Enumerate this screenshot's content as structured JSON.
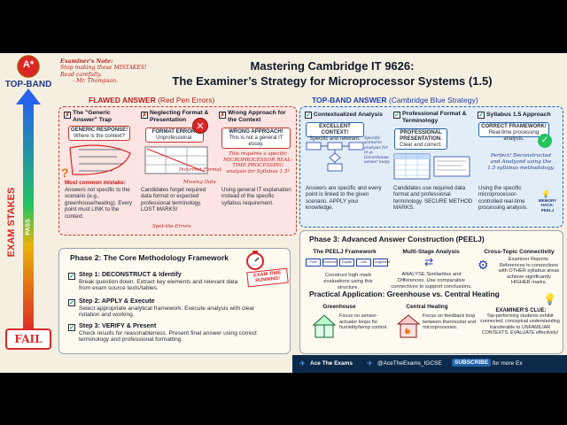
{
  "header": {
    "title_line1": "Mastering Cambridge IT 9626:",
    "title_line2": "The Examiner’s Strategy for Microprocessor Systems (1.5)"
  },
  "side": {
    "badge": "A*",
    "top_band": "TOP-BAND",
    "exam_stakes": "EXAM STAKES",
    "pass": "PASS",
    "fail": "FAIL"
  },
  "examiner_note": {
    "line1": "Examiner's Note:",
    "line2": "Stop making these MISTAKES!",
    "line3": "Read carefully.",
    "line4": "- Mr. Thompson."
  },
  "flawed": {
    "label": "FLAWED ANSWER",
    "label_sub": "(Red Pen Errors)",
    "col1": {
      "title": "The \"Generic Answer\" Trap",
      "bubble_title": "GENERIC RESPONSE!",
      "bubble_text": "Where is the context?",
      "mistake_title": "Most common mistake:",
      "mistake_text": "Answers not specific to the scenario (e.g., greenhouse/heating). Every point must LINK to the context."
    },
    "col2": {
      "title": "Neglecting Format & Presentation",
      "bubble_title": "FORMAT ERROR!",
      "bubble_text": "Unprofessional.",
      "stamp": "Incorrect Format",
      "missing": "Missing Data",
      "body": "Candidates forget required data format or expected professional terminology. LOST MARKS!",
      "spot": "Spot-the-Errors"
    },
    "col3": {
      "title": "Wrong Approach for the Context",
      "bubble_title": "WRONG APPROACH!",
      "bubble_text": "This is not a general IT essay.",
      "hand": "This requires a specific MICROPROCESSOR REAL-TIME PROCESSING analysis for Syllabus 1.5!",
      "body": "Using general IT explanation instead of the specific syllabus requirement."
    }
  },
  "topband": {
    "label": "TOP-BAND ANSWER",
    "label_sub": "(Cambridge Blue Strategy)",
    "col1": {
      "title": "Contextualized Analysis",
      "bubble_title": "EXCELLENT CONTEXT!",
      "bubble_text": "Specific and relevant.",
      "hand": "Specific scenario analysis for (e.g. Greenhouse sensor loop)",
      "body": "Answers are specific and every point is linked to the given scenario. APPLY your knowledge."
    },
    "col2": {
      "title": "Professional Format & Terminology",
      "bubble_title": "PROFESSIONAL PRESENTATION.",
      "bubble_text": "Clear and correct.",
      "body": "Candidates use required data format and professional terminology. SECURE METHOD MARKS."
    },
    "col3": {
      "title": "Syllabus 1.5 Approach",
      "bubble_title": "CORRECT FRAMEWORK!",
      "bubble_text": "Real-time processing analysis.",
      "hand": "Perfect! Deconstructed and Analyzed using the 1.5 syllabus methodology.",
      "body": "Using the specific microprocessor-controlled real-time processing analysis.",
      "memory": "MEMORY HACK: PEELJ"
    }
  },
  "phase2": {
    "title": "Phase 2: The Core Methodology Framework",
    "badge": "EXAM TIME RUNNING!",
    "steps": [
      {
        "title": "Step 1: DECONSTRUCT & Identify",
        "body": "Break question down. Extract key elements and relevant data from exam source texts/tables."
      },
      {
        "title": "Step 2: APPLY & Execute",
        "body": "Select appropriate analytical framework. Execute analysis with clear notation and working."
      },
      {
        "title": "Step 3: VERIFY & Present",
        "body": "Check results for reasonableness. Present final answer using correct terminology and professional formatting."
      }
    ]
  },
  "phase3": {
    "title": "Phase 3: Advanced Answer Construction (PEELJ)",
    "col1": {
      "title": "The PEELJ Framework",
      "body": "Construct high-mark evaluations using this structure."
    },
    "col2": {
      "title": "Multi-Stage Analysis",
      "body": "ANALYSE Similarities and Differences. Use comparative connectives to support conclusions."
    },
    "col3": {
      "title": "Cross-Topic Connectivity",
      "body": "Examiner Reports: References to connections with OTHER syllabus areas achieve significantly HIGHER marks."
    },
    "peelj": [
      "Point",
      "Evidence",
      "Explain",
      "Link",
      "Judgement"
    ],
    "practical_title": "Practical Application: Greenhouse vs. Central Heating",
    "greenhouse": {
      "title": "Greenhouse",
      "body": "Focus on sensor-actuator loops for humidity/temp control."
    },
    "heating": {
      "title": "Central Heating",
      "body": "Focus on feedback loop between thermostat and microprocessor."
    },
    "clue_title": "EXAMINER'S CLUE:",
    "clue_body": "Top-performing students exhibit connected, conceptual understanding transferable to UNFAMILIAR CONTEXTS. EVALUATE effectively!"
  },
  "footer": {
    "brand": "Ace The Exams",
    "handle": "@AceTheExams_IGCSE",
    "subscribe": "SUBSCRIBE",
    "more": "for more Ex"
  }
}
